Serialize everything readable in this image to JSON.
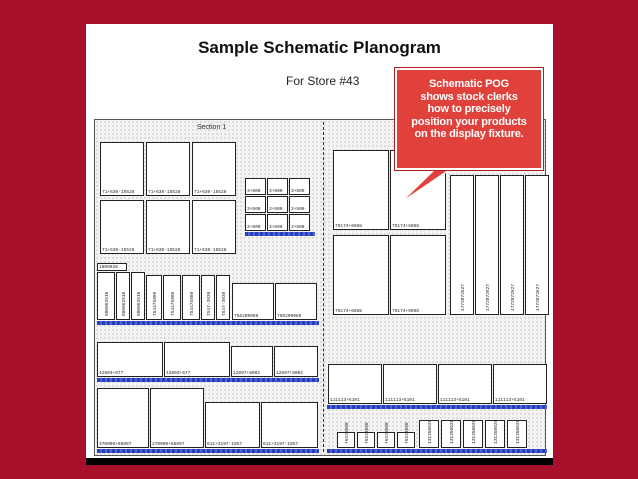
{
  "title": "Sample Schematic Planogram",
  "store": "For Store #43",
  "callout": {
    "lines": [
      "Schematic POG",
      "shows stock clerks",
      "how to precisely",
      "position your products",
      "on the display fixture."
    ]
  },
  "section_label": "Section 1",
  "product_labels": {
    "a": "71+630-15528",
    "b": "3+500",
    "c": "76174+6068",
    "d": "4772872627",
    "e": "1600028",
    "f": "800062610",
    "g": "754475800",
    "h": "7547-3830",
    "i": "756200089",
    "j": "42803+677",
    "k": "12897+8002",
    "l": "111113+5101",
    "m": "370000+66897",
    "n": "611+3197-1057",
    "o": "76230000",
    "p": "131350020"
  },
  "colors": {
    "background": "#a8102c",
    "callout": "#e0413b",
    "shelf": "#2a3fb6"
  }
}
